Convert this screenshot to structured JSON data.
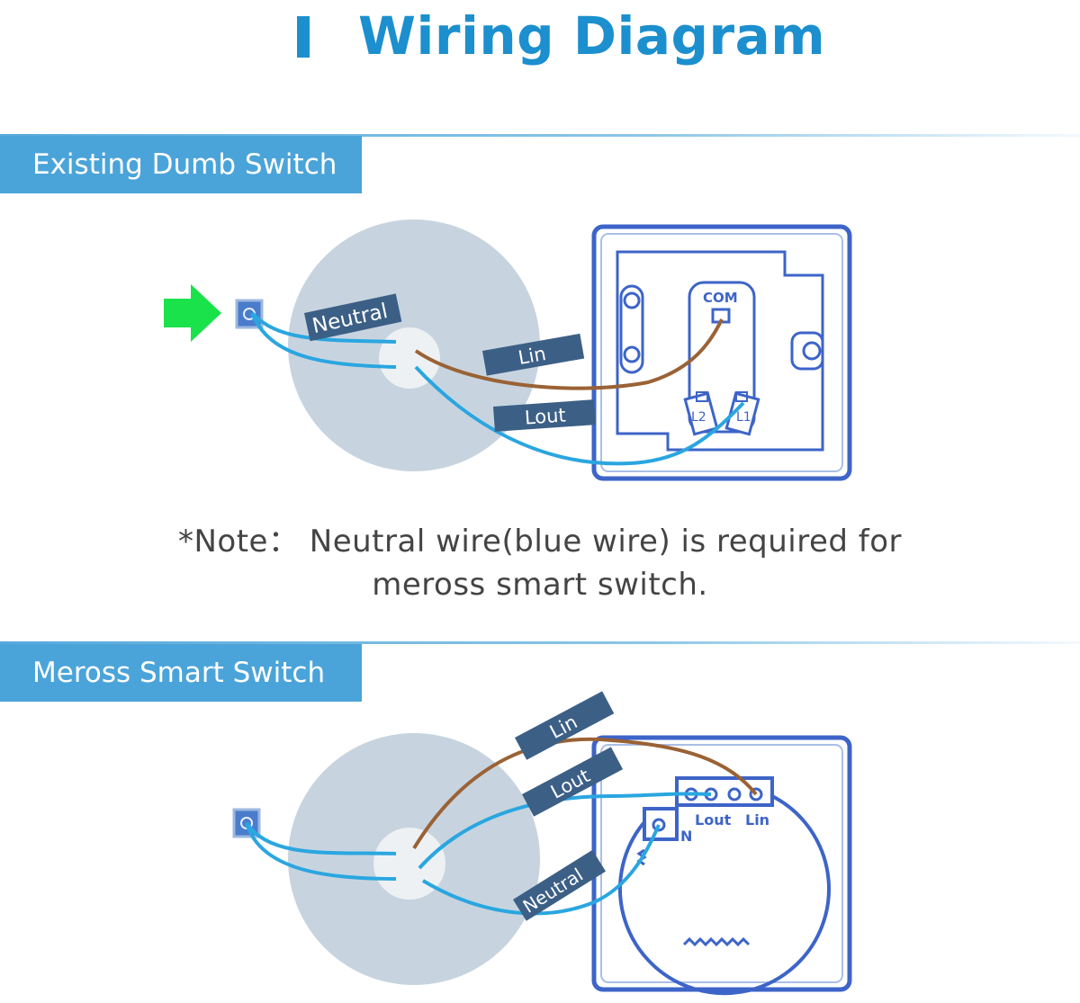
{
  "header": {
    "title": "Wiring Diagram"
  },
  "sections": [
    {
      "label": "Existing Dumb Switch"
    },
    {
      "label": "Meross Smart Switch"
    }
  ],
  "note": {
    "line1": "*Note： Neutral wire(blue wire) is required for",
    "line2": "meross smart switch."
  },
  "dumb_diagram": {
    "neutral": "Neutral",
    "lin": "Lin",
    "lout": "Lout",
    "com": "COM",
    "l2": "L2",
    "l1": "L1"
  },
  "smart_diagram": {
    "lin": "Lin",
    "lout": "Lout",
    "neutral": "Neutral",
    "terminal_lout": "Lout",
    "terminal_lin": "Lin",
    "terminal_n": "N"
  },
  "colors": {
    "accent": "#1c8fce",
    "tab": "#4ba4d9",
    "neutral_wire": "#2aa6e0",
    "live_wire": "#9a6235",
    "box_outline": "#3d64c8",
    "wall_disc": "#c7d4df",
    "arrow": "#19e24a",
    "wire_tag": "#3c5f86"
  }
}
